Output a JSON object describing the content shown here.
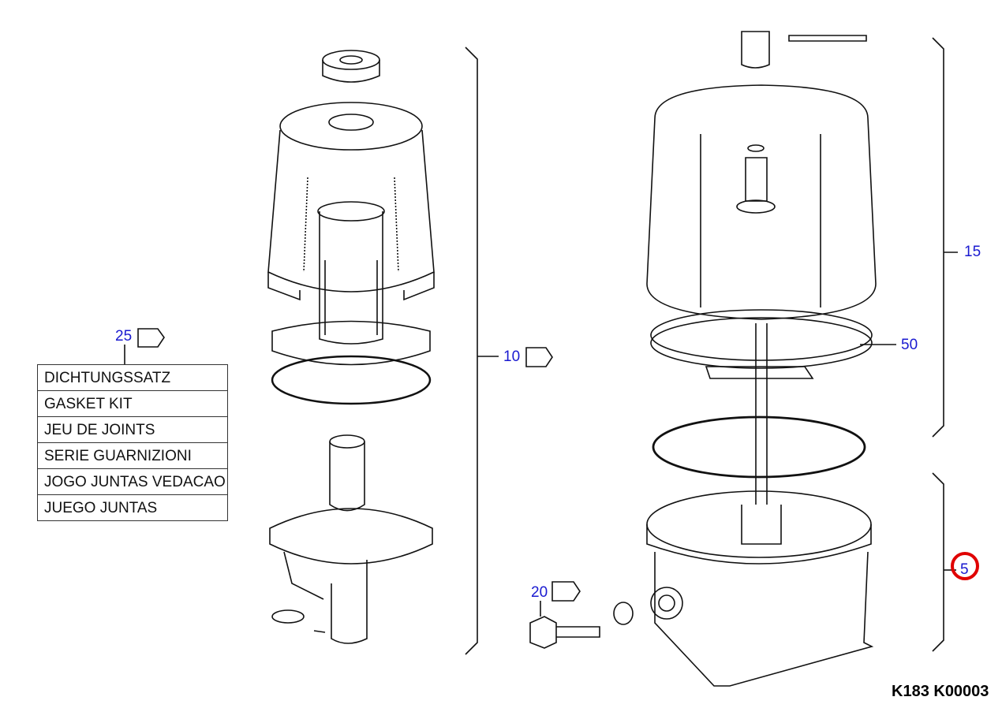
{
  "diagram_ref": "K183 K00003",
  "callouts": {
    "c25": "25",
    "c10": "10",
    "c15": "15",
    "c50": "50",
    "c20": "20",
    "c5": "5"
  },
  "gasket_kit": {
    "rows": [
      "DICHTUNGSSATZ",
      "GASKET KIT",
      "JEU DE JOINTS",
      "SERIE GUARNIZIONI",
      "JOGO JUNTAS VEDACAO",
      "JUEGO JUNTAS"
    ]
  },
  "highlight": {
    "callout": "5",
    "color": "#e00000"
  },
  "colors": {
    "callout_text": "#1a1ad0",
    "line": "#111111"
  }
}
